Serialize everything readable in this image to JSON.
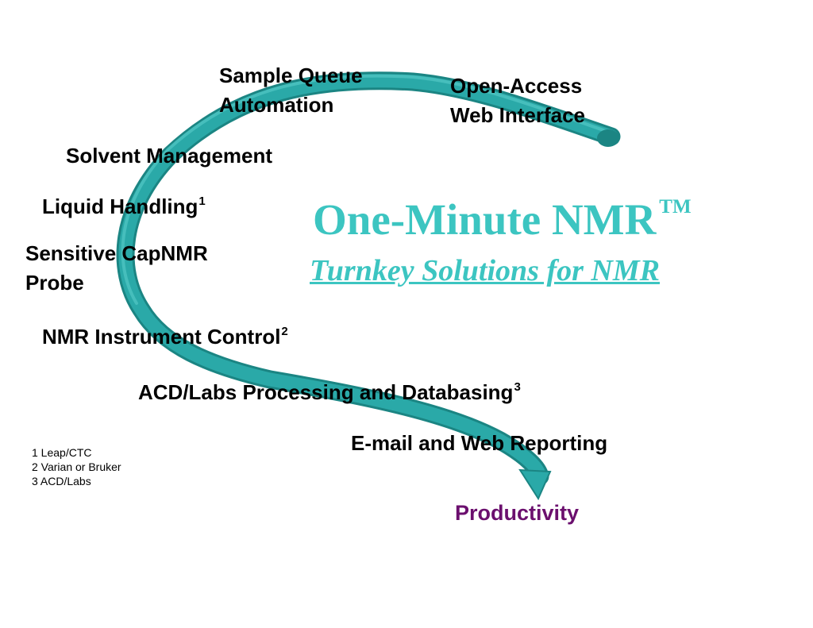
{
  "diagram": {
    "steps": [
      {
        "key": "sample_queue",
        "lines": [
          "Sample Queue",
          "Automation"
        ]
      },
      {
        "key": "open_access",
        "lines": [
          "Open-Access",
          "Web Interface"
        ]
      },
      {
        "key": "solvent",
        "lines": [
          "Solvent Management"
        ]
      },
      {
        "key": "liquid_handling",
        "lines": [
          "Liquid Handling"
        ],
        "note": "1"
      },
      {
        "key": "capnmr",
        "lines": [
          "Sensitive CapNMR",
          "Probe"
        ]
      },
      {
        "key": "instrument_control",
        "lines": [
          "NMR Instrument Control"
        ],
        "note": "2"
      },
      {
        "key": "processing",
        "lines": [
          "ACD/Labs Processing and Databasing"
        ],
        "note": "3"
      },
      {
        "key": "reporting",
        "lines": [
          "E-mail and Web Reporting"
        ]
      }
    ],
    "title": "One-Minute NMR",
    "trademark": "TM",
    "subtitle": "Turnkey Solutions for NMR",
    "result": "Productivity",
    "footnotes": [
      "1 Leap/CTC",
      "2 Varian or Bruker",
      "3 ACD/Labs"
    ],
    "colors": {
      "ribbon": "#2aa9a8",
      "ribbon_dark": "#1b8583",
      "title": "#3cc5c1",
      "result": "#6b0f6e",
      "text": "#000000"
    }
  }
}
